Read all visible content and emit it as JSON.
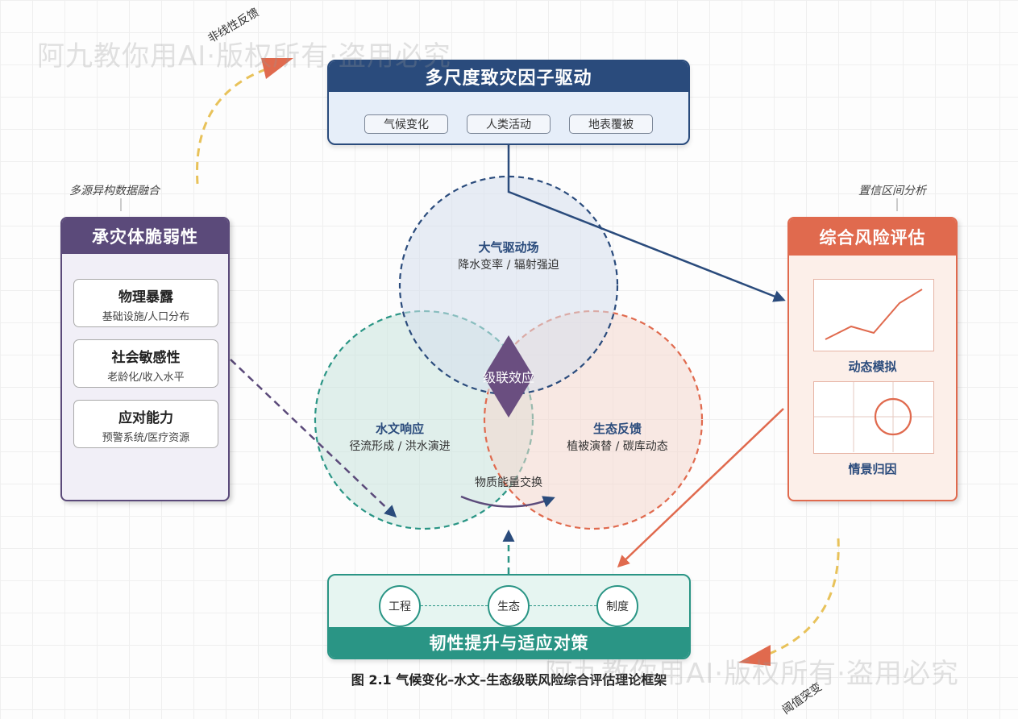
{
  "watermark": {
    "text": "阿九教你用AI·版权所有·盗用必究"
  },
  "top_box": {
    "title": "多尺度致灾因子驱动",
    "chips": [
      "气候变化",
      "人类活动",
      "地表覆被"
    ]
  },
  "left_box": {
    "annotation": "多源异构数据融合",
    "title": "承灾体脆弱性",
    "cards": [
      {
        "title": "物理暴露",
        "sub": "基础设施/人口分布"
      },
      {
        "title": "社会敏感性",
        "sub": "老龄化/收入水平"
      },
      {
        "title": "应对能力",
        "sub": "预警系统/医疗资源"
      }
    ]
  },
  "right_box": {
    "annotation": "置信区间分析",
    "title": "综合风险评估",
    "panel1_label": "动态模拟",
    "panel2_label": "情景归因"
  },
  "circles": {
    "atmos": {
      "title": "大气驱动场",
      "sub": "降水变率 / 辐射强迫"
    },
    "hydro": {
      "title": "水文响应",
      "sub": "径流形成 / 洪水演进"
    },
    "eco": {
      "title": "生态反馈",
      "sub": "植被演替 / 碳库动态"
    },
    "center": "级联效应",
    "exchange": "物质能量交换"
  },
  "bottom_box": {
    "title": "韧性提升与适应对策",
    "nodes": [
      "工程",
      "生态",
      "制度"
    ]
  },
  "curve_labels": {
    "top": "非线性反馈",
    "bottom": "阈值突变"
  },
  "caption": "图 2.1 气候变化–水文–生态级联风险综合评估理论框架",
  "colors": {
    "navy": "#2a4b7c",
    "purple": "#5b4a7a",
    "orange": "#e06a4e",
    "teal": "#2a9585",
    "gold": "#e8c25a"
  }
}
